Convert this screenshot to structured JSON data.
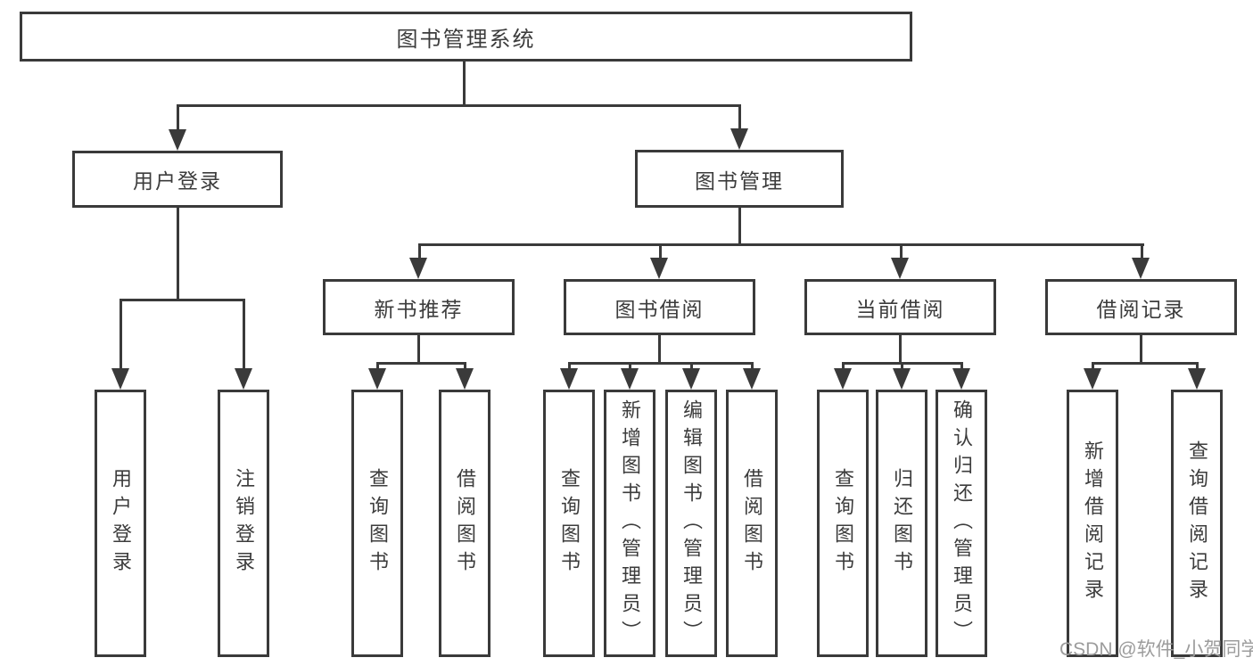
{
  "tree": {
    "root": "图书管理系统",
    "level2": [
      "用户登录",
      "图书管理"
    ],
    "level3": [
      "新书推荐",
      "图书借阅",
      "当前借阅",
      "借阅记录"
    ],
    "leaves": {
      "user_login": [
        "用户登录",
        "注销登录"
      ],
      "new_book": [
        "查询图书",
        "借阅图书"
      ],
      "book_borrow": [
        "查询图书",
        "新增图书（管理员）",
        "编辑图书（管理员）",
        "借阅图书"
      ],
      "current_borrow": [
        "查询图书",
        "归还图书",
        "确认归还（管理员）"
      ],
      "borrow_records": [
        "新增借阅记录",
        "查询借阅记录"
      ]
    }
  },
  "watermark": "CSDN @软件_小贺同学",
  "colors": {
    "line": "#3a3a3a",
    "text": "#3c3c3c",
    "watermark": "#9c9c9c",
    "background": "#ffffff"
  }
}
